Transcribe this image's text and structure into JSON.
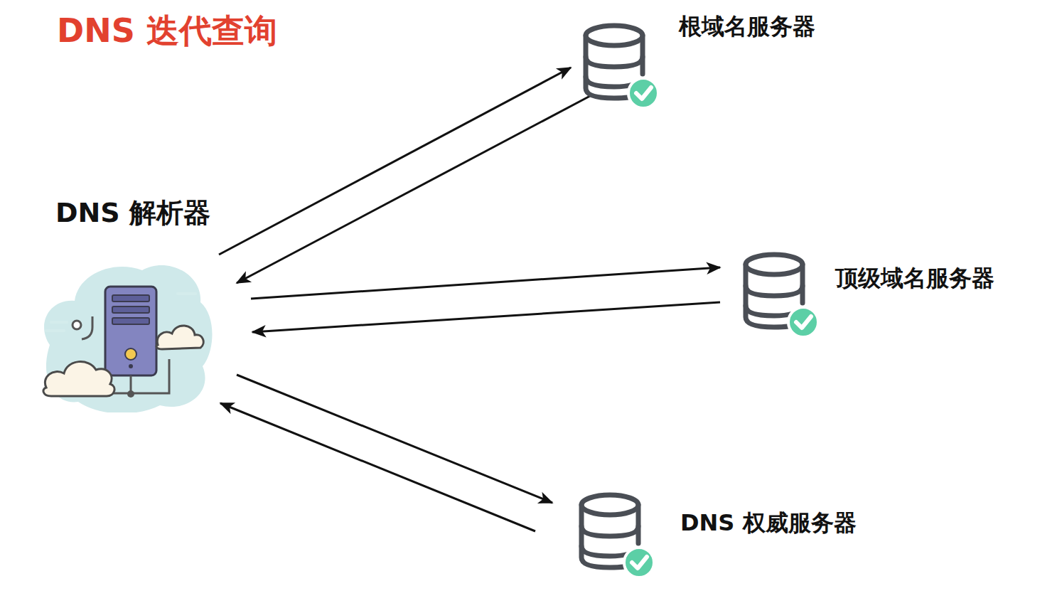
{
  "diagram": {
    "title": "DNS  迭代查询",
    "nodes": [
      {
        "text": [
          "DNS 解析器"
        ]
      },
      {
        "text": [
          "根域名服务器"
        ]
      },
      {
        "text": [
          "顶级域名服务器"
        ]
      },
      {
        "text": [
          "DNS 权威服务器"
        ]
      }
    ],
    "edges": [
      {
        "from": 0,
        "to": 1,
        "arrow": "to"
      },
      {
        "from": 1,
        "to": 0,
        "arrow": "to"
      },
      {
        "from": 0,
        "to": 2,
        "arrow": "to"
      },
      {
        "from": 2,
        "to": 0,
        "arrow": "to"
      },
      {
        "from": 0,
        "to": 3,
        "arrow": "to"
      },
      {
        "from": 3,
        "to": 0,
        "arrow": "to"
      }
    ]
  }
}
